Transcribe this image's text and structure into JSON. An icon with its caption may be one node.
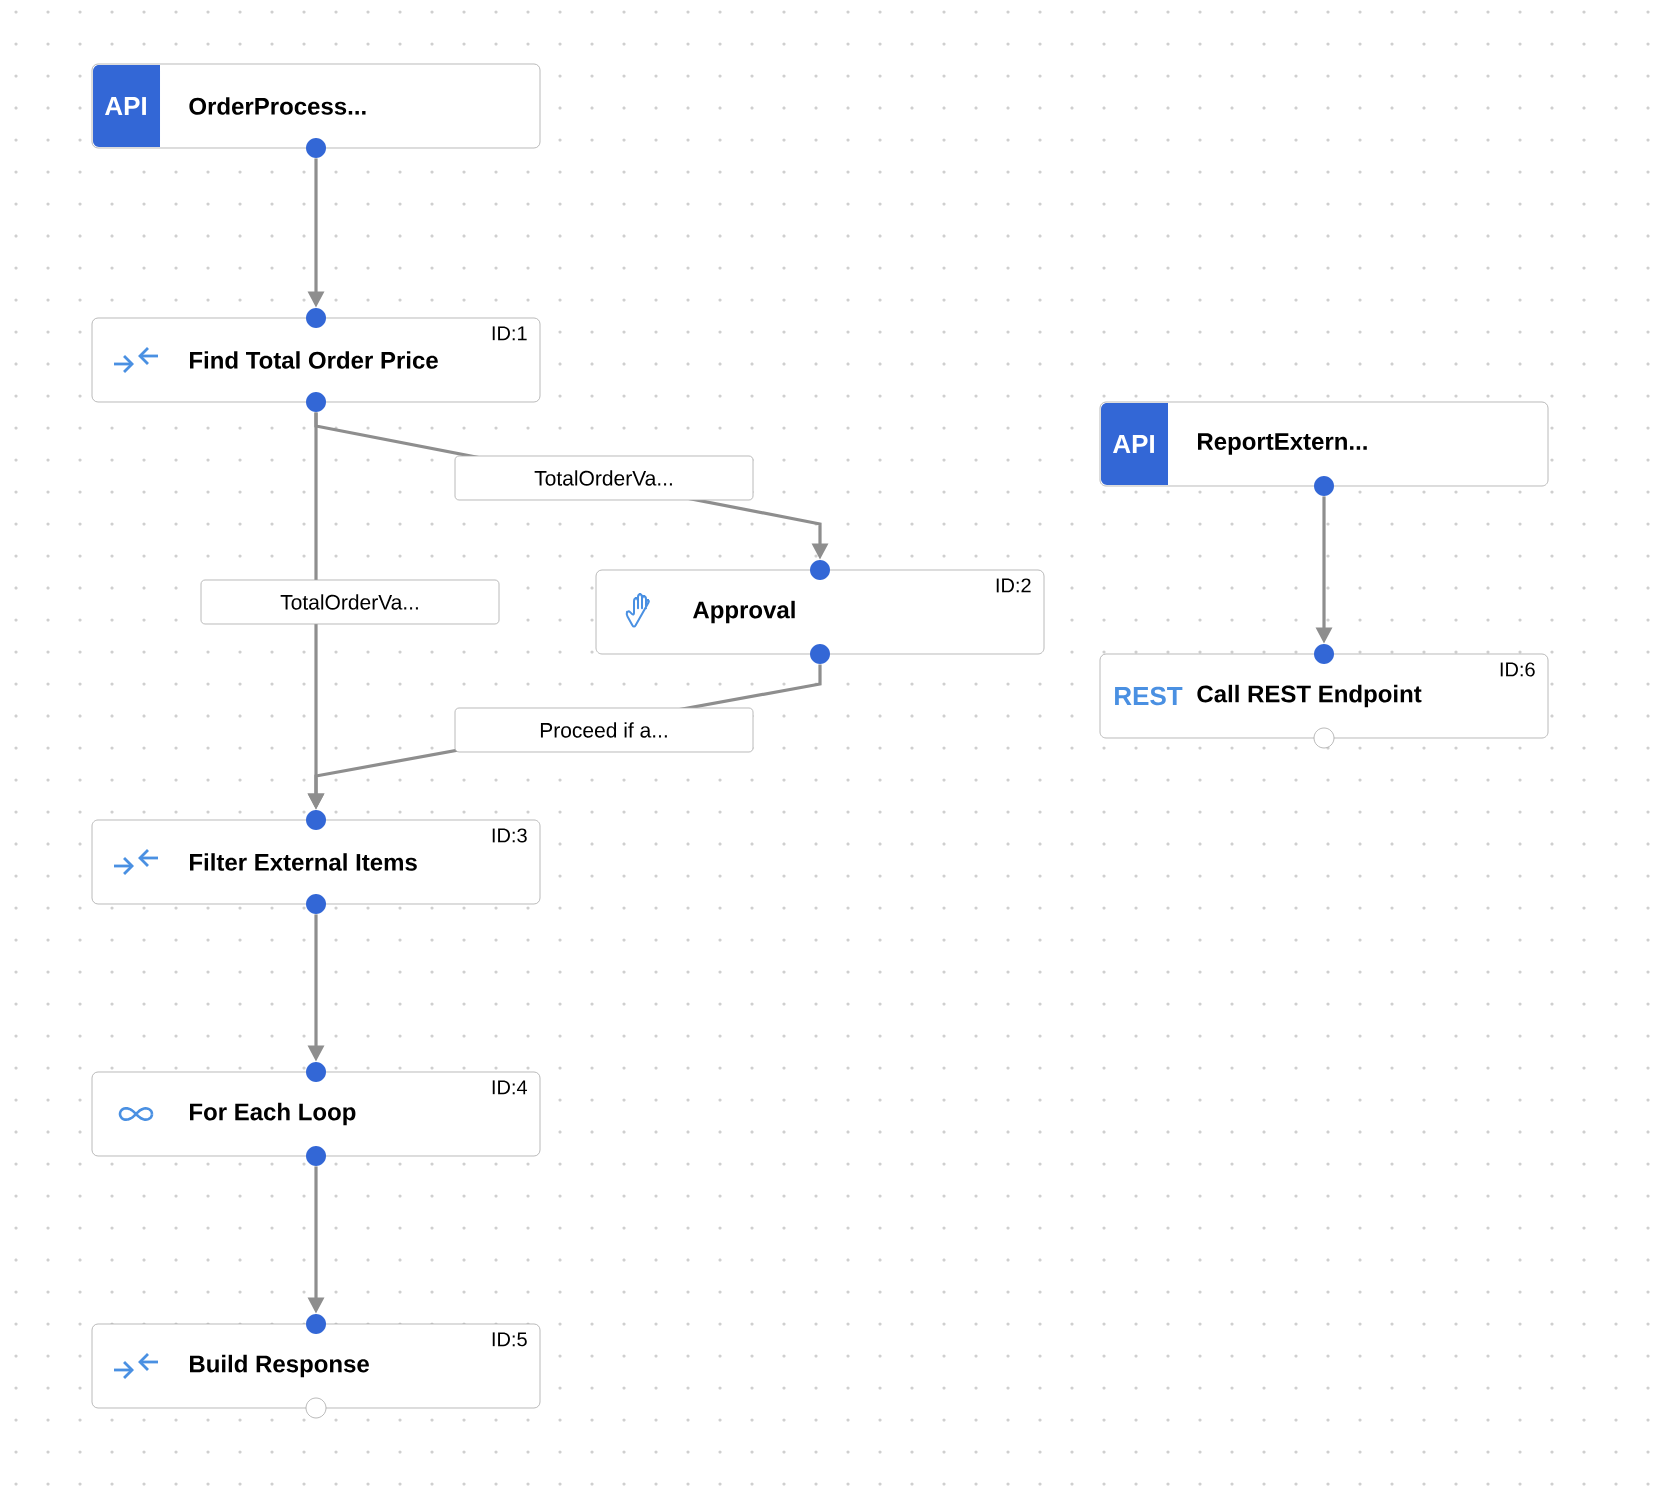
{
  "diagram": {
    "nodes": [
      {
        "text": [
          "API",
          "OrderProcess..."
        ]
      },
      {
        "text": [
          "Find Total Order Price",
          "ID:1"
        ]
      },
      {
        "text": [
          "Approval",
          "ID:2"
        ]
      },
      {
        "text": [
          "Filter External Items",
          "ID:3"
        ]
      },
      {
        "text": [
          "For Each Loop",
          "ID:4"
        ]
      },
      {
        "text": [
          "Build Response",
          "ID:5"
        ]
      },
      {
        "text": [
          "API",
          "ReportExtern..."
        ]
      },
      {
        "text": [
          "REST",
          "Call REST Endpoint",
          "ID:6"
        ]
      }
    ],
    "edges": [
      {
        "from": 0,
        "to": 1,
        "arrow": "to"
      },
      {
        "from": 1,
        "to": 2,
        "arrow": "to",
        "label": "TotalOrderVa..."
      },
      {
        "from": 1,
        "to": 3,
        "arrow": "to",
        "label": "TotalOrderVa..."
      },
      {
        "from": 2,
        "to": 3,
        "arrow": "to",
        "label": "Proceed if a..."
      },
      {
        "from": 3,
        "to": 4,
        "arrow": "to"
      },
      {
        "from": 4,
        "to": 5,
        "arrow": "to"
      },
      {
        "from": 6,
        "to": 7,
        "arrow": "to"
      }
    ]
  }
}
